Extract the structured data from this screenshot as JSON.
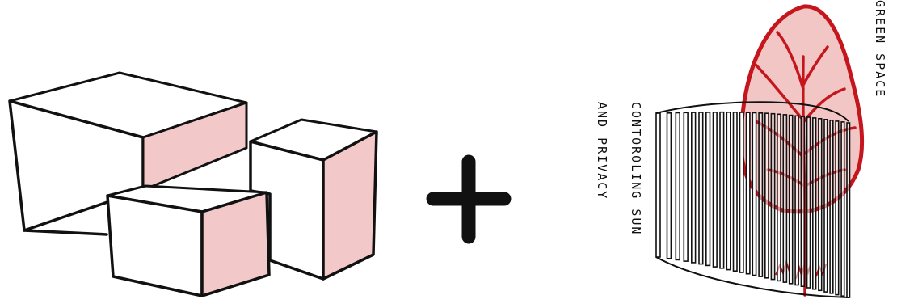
{
  "labels": {
    "green_space": "GREEN SPACE",
    "controlling_sun": "CONTOROLING SUN",
    "and_privacy": "AND PRIVACY"
  },
  "icons": {
    "massing": "building-blocks-sketch",
    "operator": "plus-icon",
    "screen": "vertical-fin-screen",
    "tree": "tree-icon"
  },
  "colors": {
    "ink": "#111111",
    "blush_fill": "#f2c8c8",
    "tree_stroke": "#c4161c",
    "tree_fill": "#f3c6c6"
  }
}
